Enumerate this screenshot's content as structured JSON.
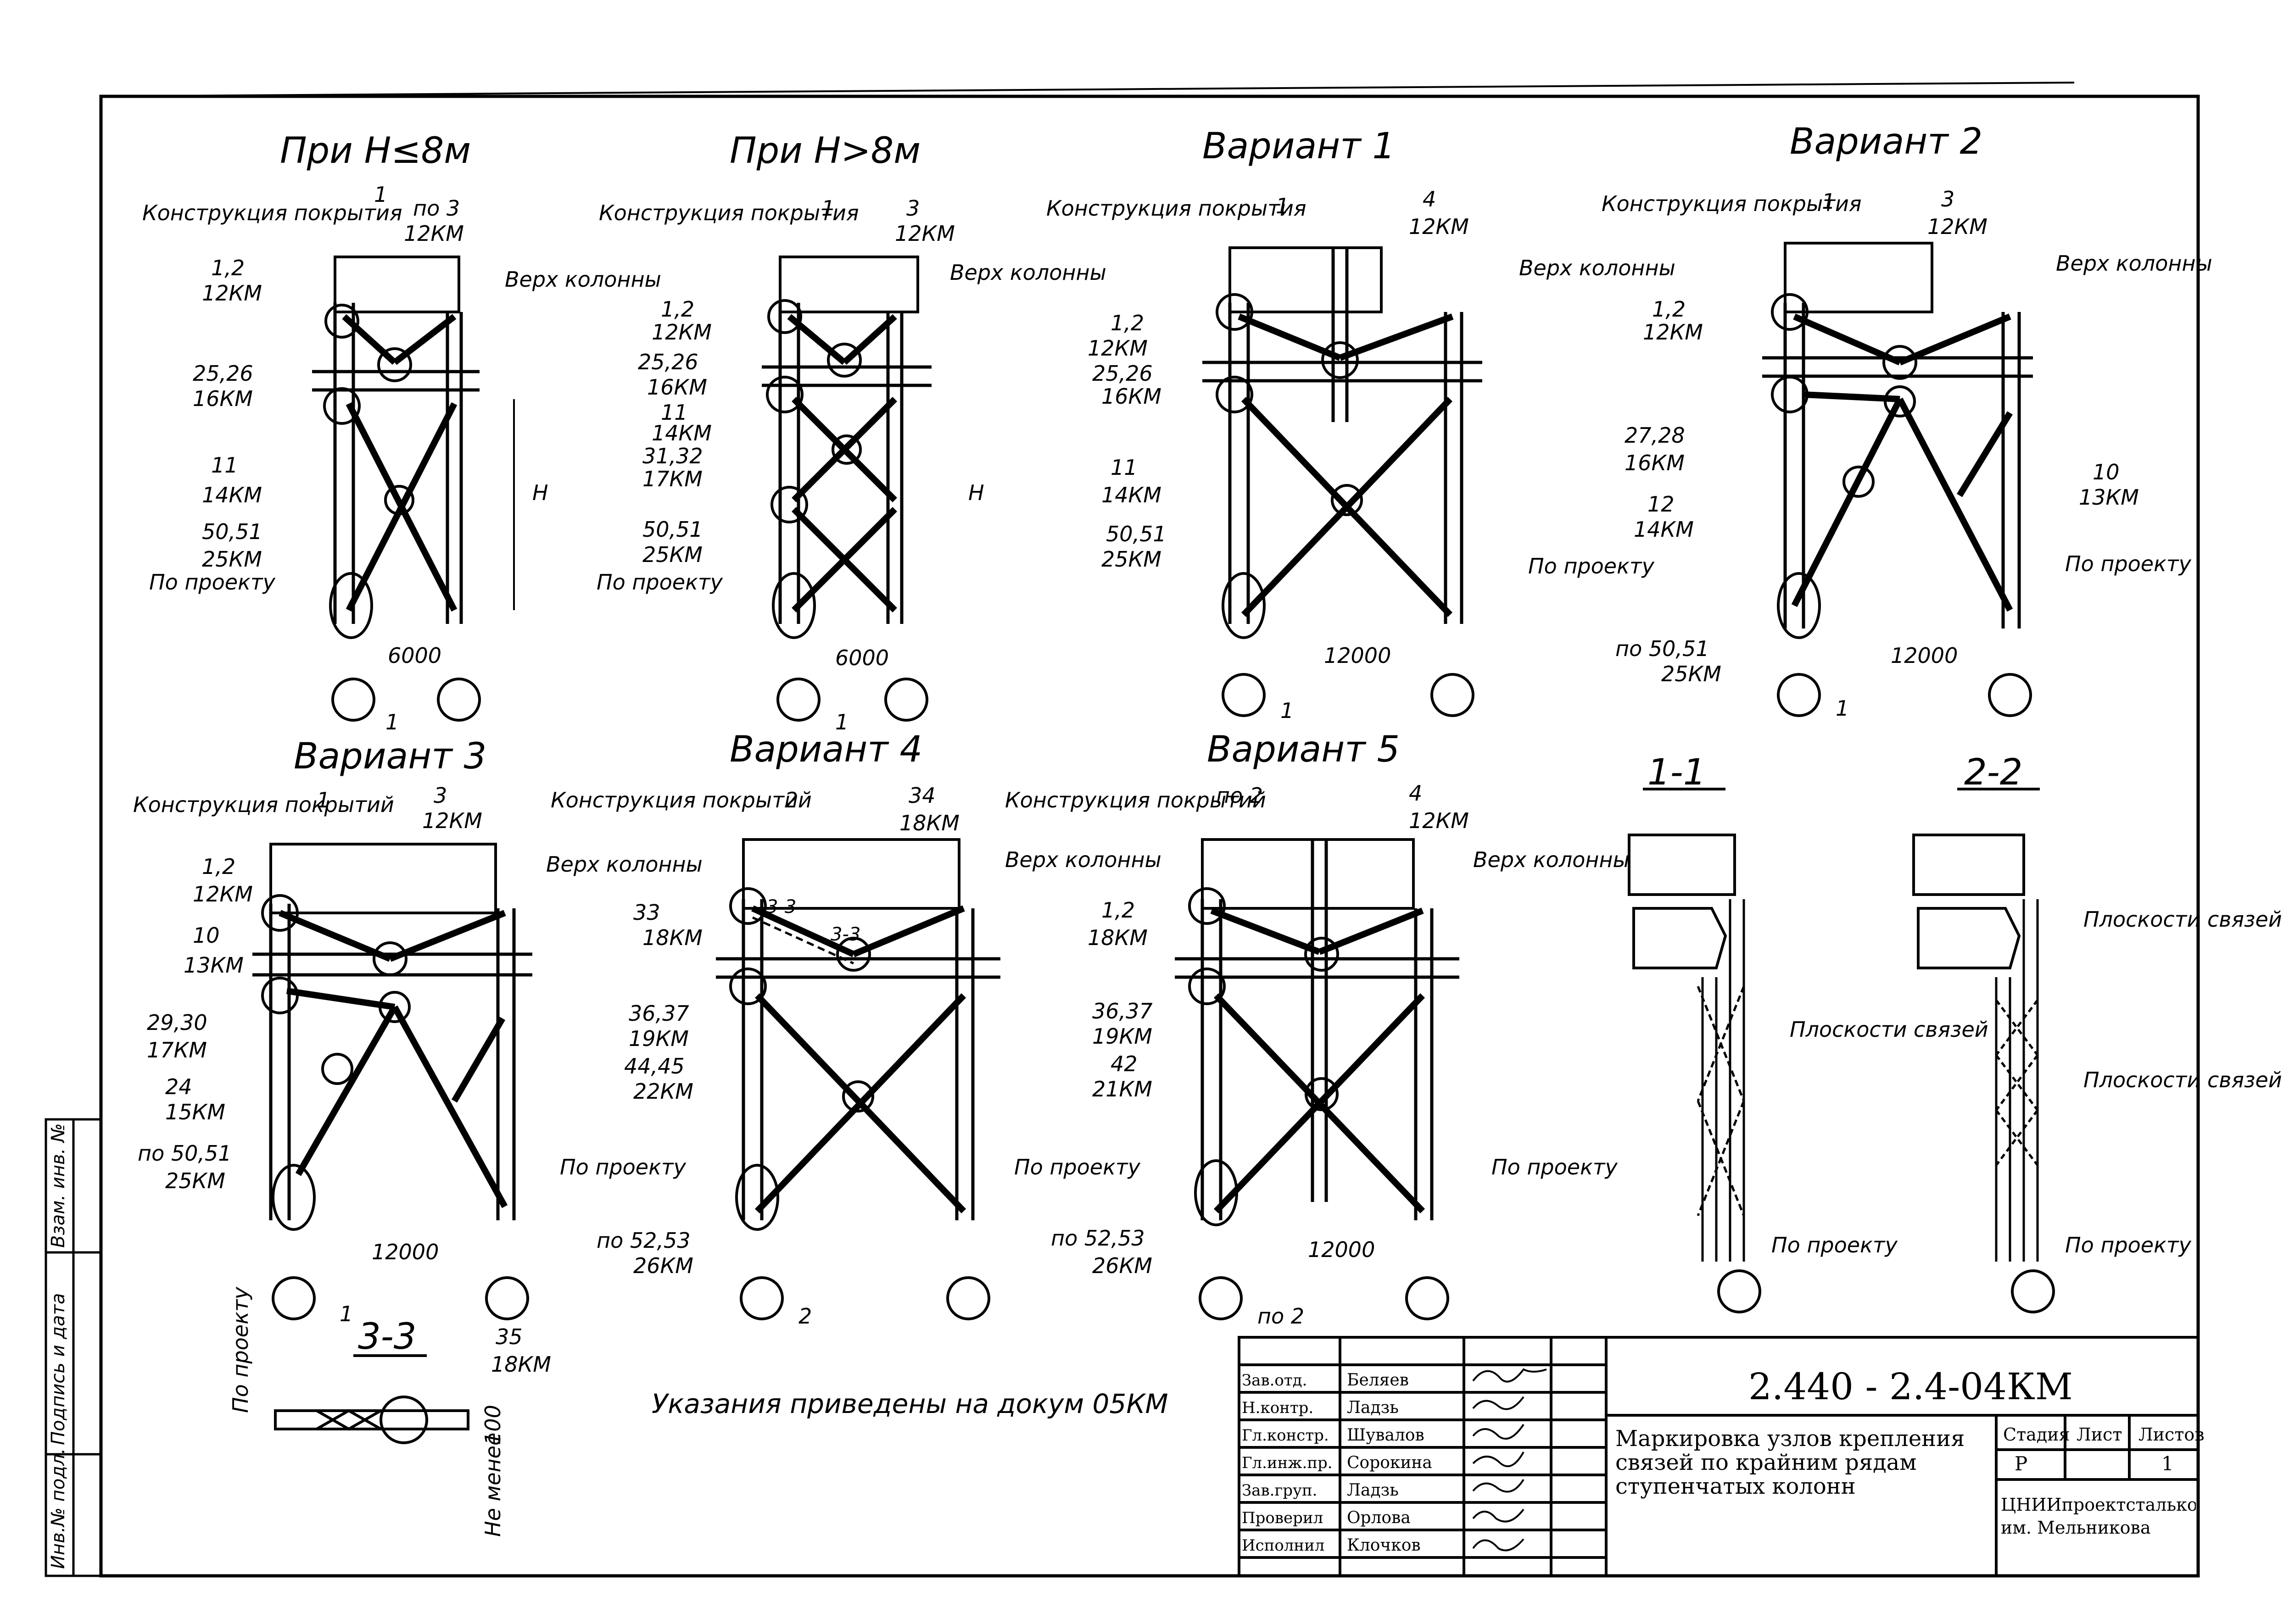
{
  "views": [
    {
      "title": "При H≤8м",
      "cover": "Конструкция покрытия",
      "top_label": "Верх колонны",
      "base_label": "По проекту",
      "section_top": "1",
      "section_bottom": "1",
      "span": "6000",
      "height_label": "H",
      "marks": [
        {
          "num": "по 3",
          "den": "12КМ"
        },
        {
          "num": "1,2",
          "den": "12КМ"
        },
        {
          "num": "25,26",
          "den": "16КМ"
        },
        {
          "num": "11",
          "den": "14КМ"
        },
        {
          "num": "50,51",
          "den": "25КМ"
        }
      ]
    },
    {
      "title": "При H>8м",
      "cover": "Конструкция покрытия",
      "top_label": "Верх колонны",
      "base_label": "По проекту",
      "section_top": "1",
      "section_bottom": "1",
      "span": "6000",
      "height_label": "H",
      "marks": [
        {
          "num": "3",
          "den": "12КМ"
        },
        {
          "num": "1,2",
          "den": "12КМ"
        },
        {
          "num": "25,26",
          "den": "16КМ"
        },
        {
          "num": "11",
          "den": "14КМ"
        },
        {
          "num": "31,32",
          "den": "17КМ"
        },
        {
          "num": "50,51",
          "den": "25КМ"
        }
      ]
    },
    {
      "title": "Вариант 1",
      "cover": "Конструкция покрытия",
      "top_label": "Верх колонны",
      "base_label": "По проекту",
      "section_top": "1",
      "section_bottom": "1",
      "span": "12000",
      "marks": [
        {
          "num": "4",
          "den": "12КМ"
        },
        {
          "num": "1,2",
          "den": "12КМ"
        },
        {
          "num": "25,26",
          "den": "16КМ"
        },
        {
          "num": "11",
          "den": "14КМ"
        },
        {
          "num": "50,51",
          "den": "25КМ"
        }
      ]
    },
    {
      "title": "Вариант 2",
      "cover": "Конструкция покрытия",
      "top_label": "Верх колонны",
      "base_label": "По проекту",
      "section_top": "1",
      "section_bottom": "1",
      "span": "12000",
      "marks": [
        {
          "num": "3",
          "den": "12КМ"
        },
        {
          "num": "1,2",
          "den": "12КМ"
        },
        {
          "num": "27,28",
          "den": "16КМ"
        },
        {
          "num": "12",
          "den": "14КМ"
        },
        {
          "num": "10",
          "den": "13КМ"
        },
        {
          "num": "по 50,51",
          "den": "25КМ"
        }
      ]
    },
    {
      "title": "Вариант 3",
      "cover": "Конструкция покрытий",
      "top_label": "Верх колонны",
      "base_label": "По проекту",
      "section_top": "1",
      "section_bottom": "1",
      "span": "12000",
      "marks": [
        {
          "num": "3",
          "den": "12КМ"
        },
        {
          "num": "1,2",
          "den": "12КМ"
        },
        {
          "num": "10",
          "den": "13КМ"
        },
        {
          "num": "29,30",
          "den": "17КМ"
        },
        {
          "num": "24",
          "den": "15КМ"
        },
        {
          "num": "по 50,51",
          "den": "25КМ"
        }
      ]
    },
    {
      "title": "Вариант 4",
      "cover": "Конструкция покрытий",
      "top_label": "Верх колонны",
      "base_label": "По проекту",
      "section_top": "2",
      "section_bottom": "2",
      "marks": [
        {
          "num": "34",
          "den": "18КМ"
        },
        {
          "num": "33",
          "den": "18КМ"
        },
        {
          "num": "36,37",
          "den": "19КМ"
        },
        {
          "num": "44,45",
          "den": "22КМ"
        },
        {
          "num": "по 52,53",
          "den": "26КМ"
        }
      ],
      "node_labels": [
        "3-3",
        "3-3"
      ]
    },
    {
      "title": "Вариант 5",
      "cover": "Конструкция покрытий",
      "top_label": "Верх колонны",
      "base_label": "По проекту",
      "section_top": "по 2",
      "section_bottom": "по 2",
      "span": "12000",
      "marks": [
        {
          "num": "4",
          "den": "12КМ"
        },
        {
          "num": "1,2",
          "den": "18КМ"
        },
        {
          "num": "36,37",
          "den": "19КМ"
        },
        {
          "num": "42",
          "den": "21КМ"
        },
        {
          "num": "по 52,53",
          "den": "26КМ"
        }
      ]
    }
  ],
  "sections": [
    {
      "title": "1-1",
      "plane_label": "Плоскости связей",
      "base_label": "По проекту"
    },
    {
      "title": "2-2",
      "plane_label_top": "Плоскости связей",
      "plane_label_bottom": "Плоскости связей",
      "base_label": "По проекту"
    },
    {
      "title": "3-3",
      "mark_num": "35",
      "mark_den": "18КМ",
      "left_label": "По проекту",
      "right_label": "Не менее",
      "dim": "100"
    }
  ],
  "note": "Указания приведены на докум 05КМ",
  "side_stamp": [
    "Инв.№ подл.",
    "Подпись и дата",
    "Взам. инв. №"
  ],
  "title_block": {
    "code": "2.440 - 2.4-04КМ",
    "description": "Маркировка узлов крепления связей по крайним рядам ступенчатых колонн",
    "stage_header": "Стадия",
    "sheet_header": "Лист",
    "sheets_header": "Листов",
    "stage": "Р",
    "sheets": "1",
    "org": "ЦНИИпроектстальконструкция им. Мельникова",
    "staff": [
      {
        "role": "Зав.отд.",
        "name": "Беляев"
      },
      {
        "role": "Н.контр.",
        "name": "Ладзь"
      },
      {
        "role": "Гл.констр.",
        "name": "Шувалов"
      },
      {
        "role": "Гл.инж.пр.",
        "name": "Сорокина"
      },
      {
        "role": "Зав.груп.",
        "name": "Ладзь"
      },
      {
        "role": "Проверил",
        "name": "Орлова"
      },
      {
        "role": "Исполнил",
        "name": "Клочков"
      }
    ]
  }
}
